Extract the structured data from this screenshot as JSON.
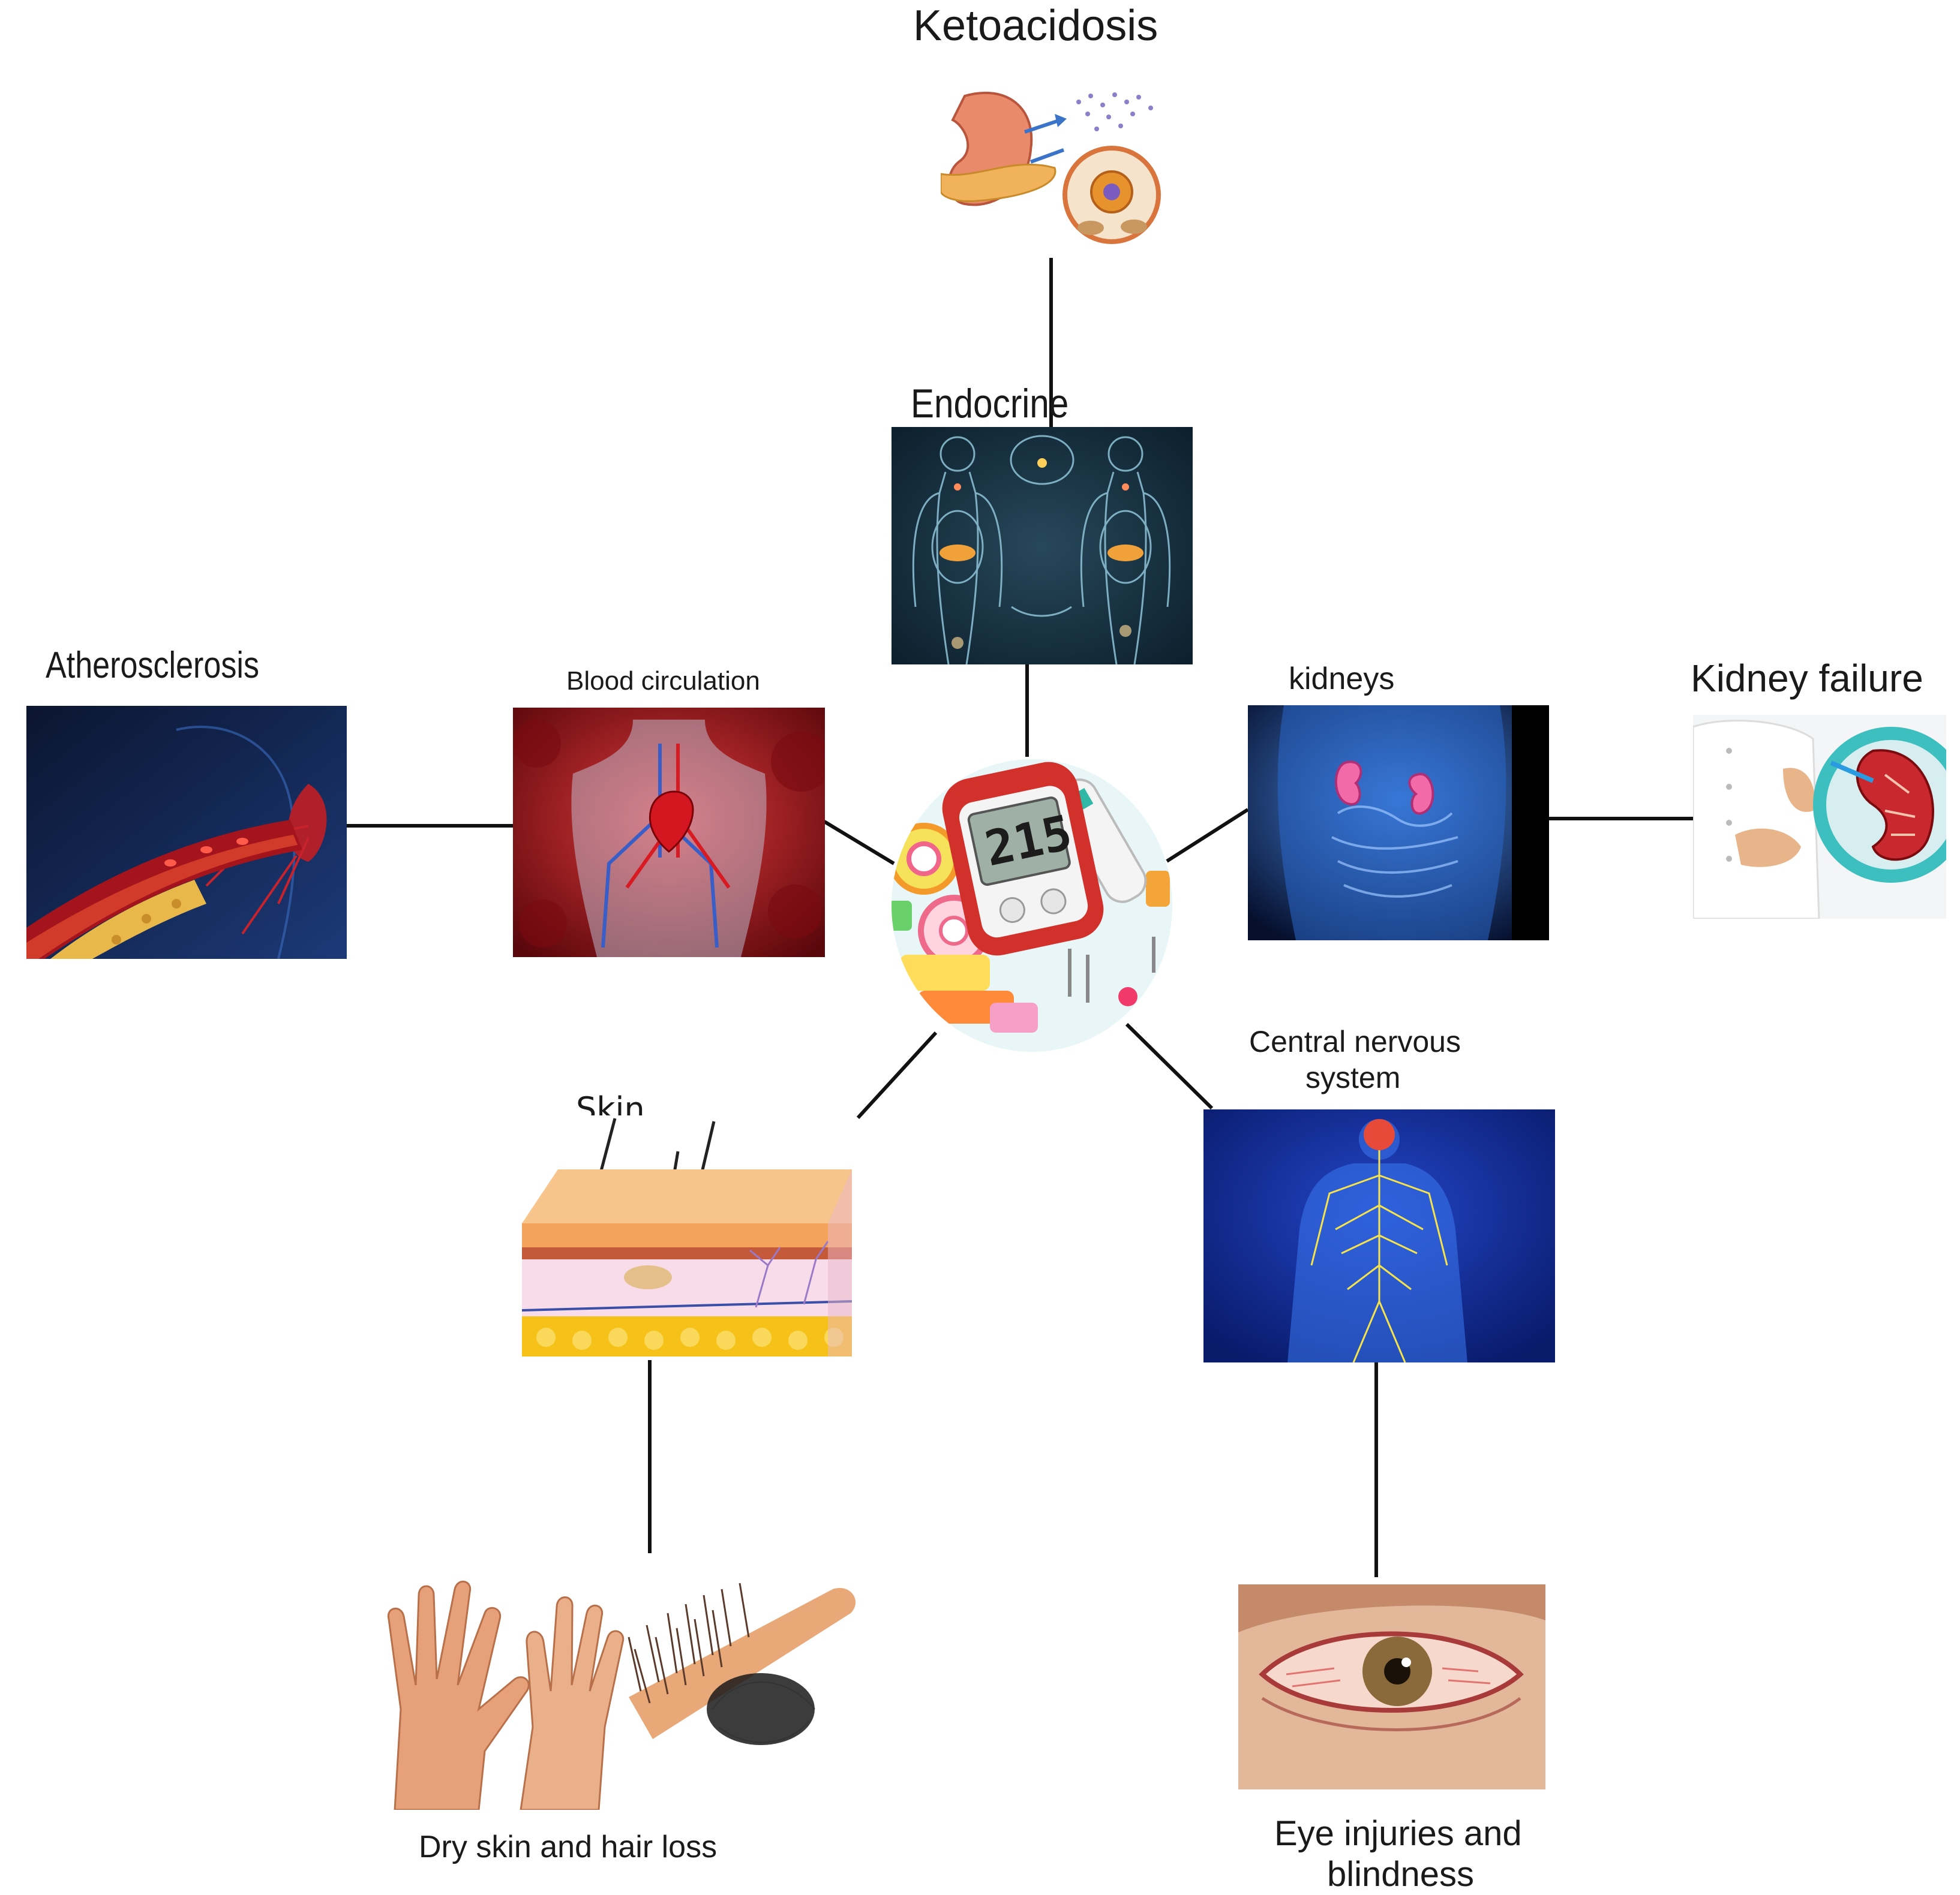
{
  "diagram": {
    "center": {
      "icon": "glucose-meter-and-sweets-icon",
      "meter_reading": "215"
    },
    "nodes": {
      "endocrine": {
        "label": "Endocrine",
        "icon": "endocrine-system-icon"
      },
      "ketoacidosis": {
        "label": "Ketoacidosis",
        "icon": "ketoacidosis-icon"
      },
      "blood": {
        "label": "Blood circulation",
        "icon": "blood-circulation-icon"
      },
      "atherosclerosis": {
        "label": "Atherosclerosis",
        "icon": "atherosclerosis-icon"
      },
      "kidneys": {
        "label": "kidneys",
        "icon": "kidneys-icon"
      },
      "kidney_failure": {
        "label": "Kidney failure",
        "icon": "kidney-failure-icon"
      },
      "skin": {
        "label": "Skin",
        "icon": "skin-layers-icon"
      },
      "dry_skin": {
        "label": "Dry skin and hair loss",
        "icon": "dry-skin-hair-loss-icon"
      },
      "cns": {
        "label_line1": "Central nervous",
        "label_line2": "system",
        "icon": "nervous-system-icon"
      },
      "eye": {
        "label_line1": "Eye injuries and",
        "label_line2": "blindness",
        "icon": "red-eye-icon"
      }
    },
    "colors": {
      "line": "#111111",
      "dark_navy": "#0e2a3d",
      "blood_red": "#8b0a12",
      "body_blue": "#1a3fbf",
      "skin_orange": "#f3a35c",
      "fat_yellow": "#f6c21a"
    }
  }
}
